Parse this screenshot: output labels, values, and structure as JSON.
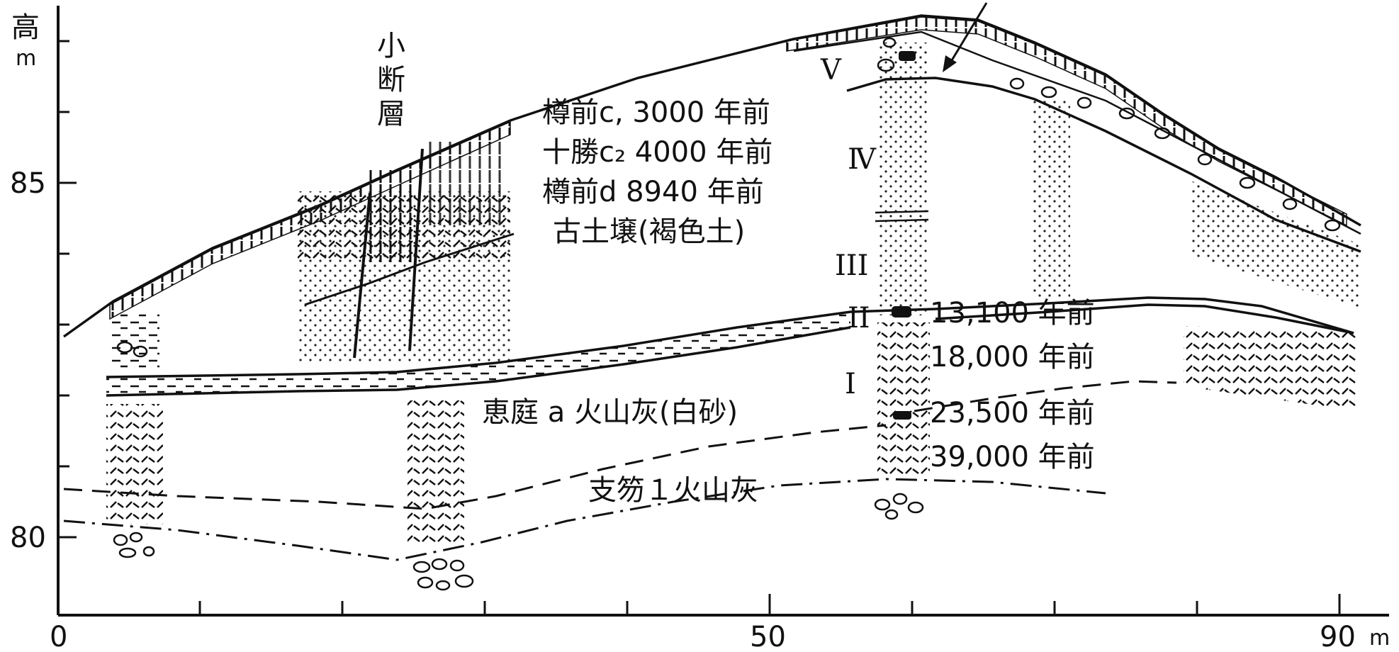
{
  "axes": {
    "y_unit_char1": "高",
    "y_unit_char2": "m",
    "y_ticks": [
      "85",
      "80"
    ],
    "x_ticks": [
      "0",
      "50",
      "90"
    ],
    "x_unit": "m"
  },
  "fault_label": [
    "小",
    "断",
    "層"
  ],
  "tephra_legend": [
    "樽前c, 3000 年前",
    "十勝c₂ 4000 年前",
    "樽前d  8940 年前",
    "古土壌(褐色土)"
  ],
  "unit_numerals": [
    "V",
    "Ⅳ",
    "III",
    "II",
    "I"
  ],
  "dates": [
    "13,100 年前",
    "18,000 年前",
    "23,500 年前",
    "39,000 年前"
  ],
  "layer_labels": {
    "eniwa": "恵庭 a 火山灰(白砂)",
    "shikotsu": "支笏１火山灰"
  }
}
